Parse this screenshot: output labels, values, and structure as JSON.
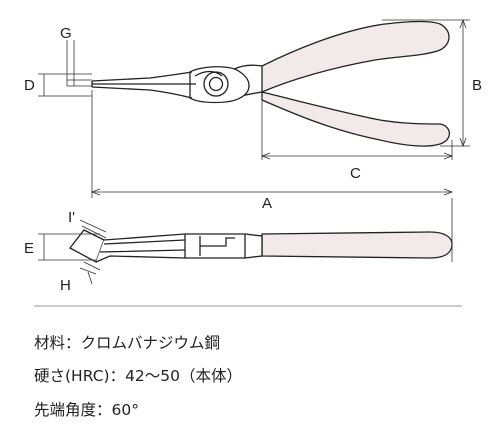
{
  "dimension_labels": {
    "A": "A",
    "B": "B",
    "C": "C",
    "D": "D",
    "E": "E",
    "G": "G",
    "H": "H",
    "I": "I'"
  },
  "specs": {
    "material": "材料：クロムバナジウム鋼",
    "hardness": "硬さ(HRC)：42～50（本体）",
    "tip_angle": "先端角度：60°"
  },
  "colors": {
    "line": "#222222",
    "dim_line": "#333333",
    "grip": "#f2e9ea",
    "divider": "#999999"
  }
}
